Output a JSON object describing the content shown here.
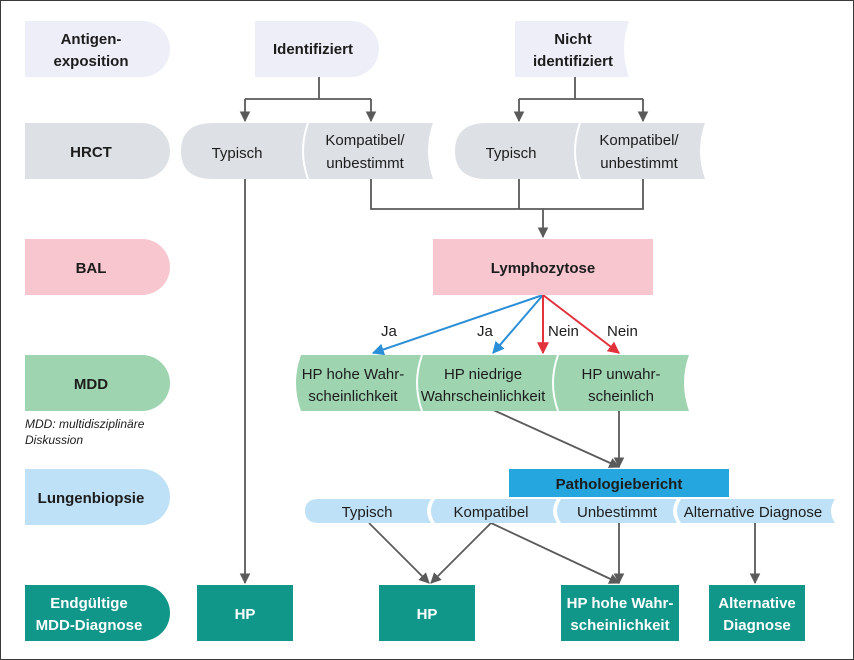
{
  "stages": {
    "antigen": [
      "Antigen-",
      "exposition"
    ],
    "hrct": "HRCT",
    "bal": "BAL",
    "mdd": "MDD",
    "mdd_note": [
      "MDD: multidisziplinäre",
      "Diskussion"
    ],
    "biopsy": "Lungenbiopsie",
    "final": [
      "Endgültige",
      "MDD-Diagnose"
    ]
  },
  "antigen_options": {
    "identified": "Identifiziert",
    "not_identified": [
      "Nicht",
      "identifiziert"
    ]
  },
  "hrct_options": {
    "typical": "Typisch",
    "compatible": [
      "Kompatibel/",
      "unbestimmt"
    ]
  },
  "bal": {
    "box": "Lymphozytose",
    "yes": "Ja",
    "no": "Nein"
  },
  "mdd_options": {
    "high": [
      "HP hohe Wahr-",
      "scheinlichkeit"
    ],
    "low": [
      "HP niedrige",
      "Wahrscheinlichkeit"
    ],
    "unlikely": [
      "HP unwahr-",
      "scheinlich"
    ]
  },
  "pathology": {
    "header": "Pathologiebericht",
    "typical": "Typisch",
    "compatible": "Kompatibel",
    "indeterminate": "Unbestimmt",
    "alternative": "Alternative Diagnose"
  },
  "final": {
    "hp1": "HP",
    "hp2": "HP",
    "hp_high": [
      "HP hohe Wahr-",
      "scheinlichkeit"
    ],
    "alternative": [
      "Alternative",
      "Diagnose"
    ]
  },
  "colors": {
    "antigen": "#eeeef9",
    "hrct": "#dde0e5",
    "bal": "#f7c6cf",
    "mdd": "#9ed5b0",
    "biopsy": "#bfe1f7",
    "final": "#11968a",
    "pathology_header": "#26a6df",
    "arrow_yes": "#2a8fd6",
    "arrow_no": "#e2323c",
    "line": "#5a5a5a"
  }
}
